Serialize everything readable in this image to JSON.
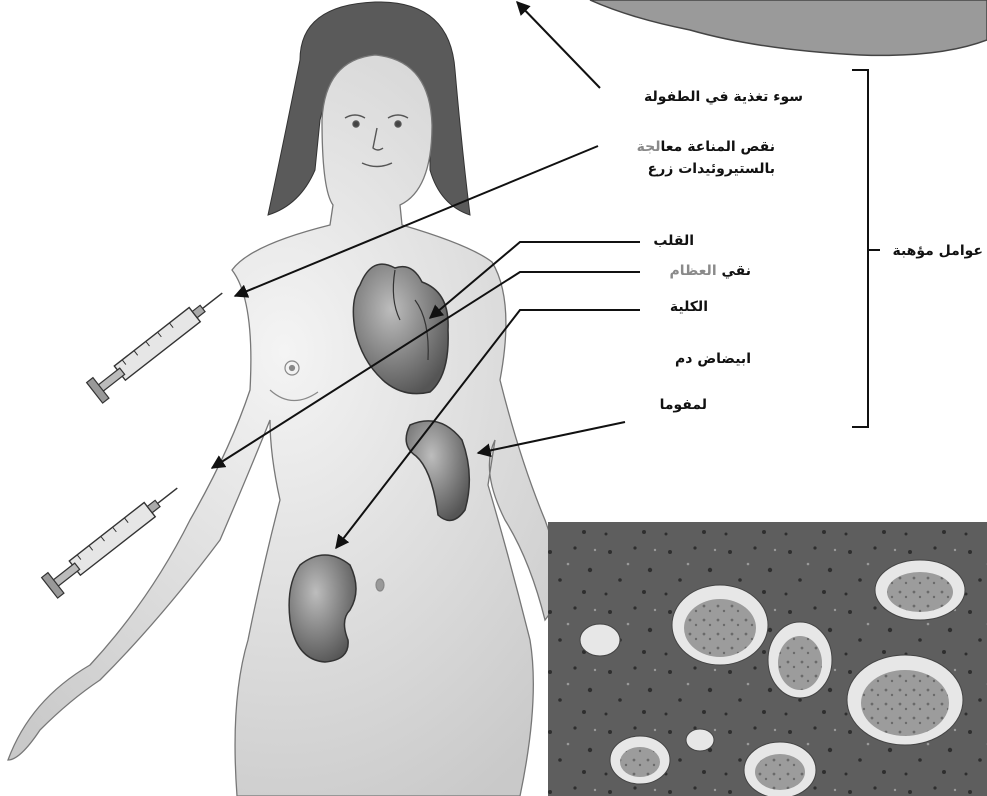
{
  "labels": {
    "malnutrition": "سوء تغذية في الطفولة",
    "immunodeficiency_line1_prefix": "نقص المناعة معا",
    "immunodeficiency_line1_suffix": "لجة",
    "immunodeficiency_line2": "بالستيروئيدات زرع",
    "heart": "القلب",
    "bone_marrow_prefix": "نقي ",
    "bone_marrow_suffix": "العظام",
    "kidney": "الكلية",
    "leukemia": "ابيضاض دم",
    "lymphoma": "لمفوما",
    "predisposing_factors": "عوامل مؤهبة"
  },
  "colors": {
    "text": "#111111",
    "faded_text": "#8a8a8a",
    "skin": "#e9e9e9",
    "organ": "#8e8e8e",
    "micrograph": "#6e6e6e"
  },
  "icons": [
    "syringe-icon",
    "syringe-icon"
  ]
}
